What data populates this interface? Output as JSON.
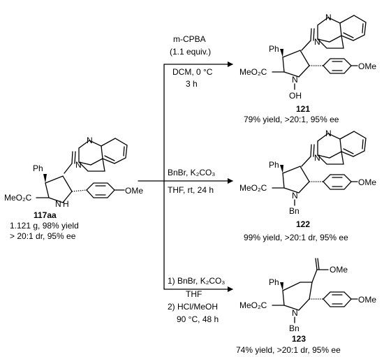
{
  "starting_material": {
    "id": "117aa",
    "labels": {
      "ph": "Ph",
      "ester": "MeO₂C",
      "nh": "H",
      "n_ring": "N",
      "n_amide": "N",
      "n_pyr": "N",
      "ome": "OMe"
    },
    "notes": [
      "1.121 g, 98% yield",
      "> 20:1 dr, 95% ee"
    ]
  },
  "products": [
    {
      "id": "121",
      "conditions": [
        "m-CPBA",
        "(1.1 equiv.)",
        "DCM, 0 °C",
        "3 h"
      ],
      "labels": {
        "ph": "Ph",
        "ester": "MeO₂C",
        "n_ring": "N",
        "oh": "OH",
        "n_amide": "N",
        "n_pyr": "N",
        "ome": "OMe"
      },
      "result": "79% yield, >20:1, 95% ee"
    },
    {
      "id": "122",
      "conditions": [
        "BnBr, K₂CO₃",
        "THF, rt, 24 h"
      ],
      "labels": {
        "ph": "Ph",
        "ester": "MeO₂C",
        "n_ring": "N",
        "bn": "Bn",
        "n_amide": "N",
        "n_pyr": "N",
        "ome": "OMe"
      },
      "result": "99% yield, >20:1 dr, 95% ee"
    },
    {
      "id": "123",
      "conditions": [
        "1) BnBr, K₂CO₃",
        "THF",
        "2) HCl/MeOH",
        "90 °C, 48 h"
      ],
      "labels": {
        "ph": "Ph",
        "ester": "MeO₂C",
        "n_ring": "N",
        "bn": "Bn",
        "ome_ester": "OMe",
        "ome": "OMe"
      },
      "result": "74% yield, >20:1 dr, 95% ee"
    }
  ]
}
